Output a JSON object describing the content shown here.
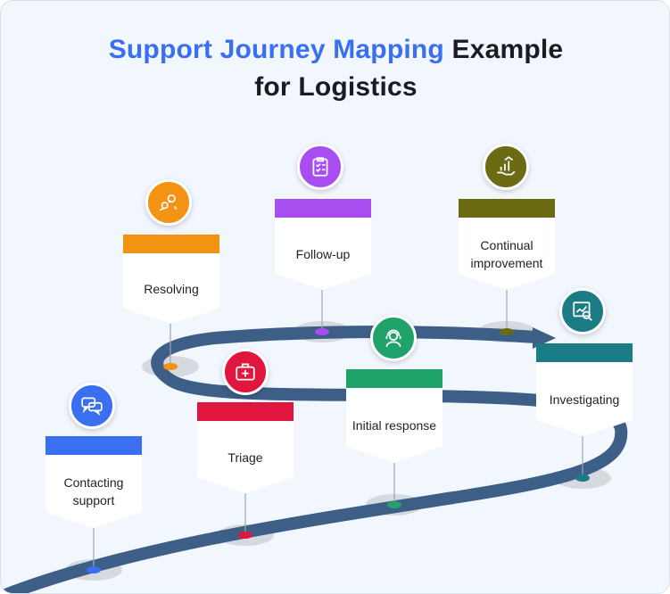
{
  "title": {
    "accent": "Support Journey Mapping",
    "rest": "Example",
    "line2": "for Logistics"
  },
  "stages": [
    {
      "label": "Contacting support",
      "color": "#3a6ff2",
      "icon": "chat-bubbles-icon"
    },
    {
      "label": "Resolving",
      "color": "#f39314",
      "icon": "puzzle-gears-icon"
    },
    {
      "label": "Triage",
      "color": "#e0163e",
      "icon": "first-aid-kit-icon"
    },
    {
      "label": "Follow-up",
      "color": "#a84df0",
      "icon": "checklist-icon"
    },
    {
      "label": "Initial response",
      "color": "#20a36b",
      "icon": "support-agent-headset-icon"
    },
    {
      "label": "Continual improvement",
      "color": "#6b6b14",
      "icon": "growth-hand-icon"
    },
    {
      "label": "Investigating",
      "color": "#1b7c85",
      "icon": "analytics-magnifier-icon"
    }
  ],
  "road_color": "#3d5e87"
}
